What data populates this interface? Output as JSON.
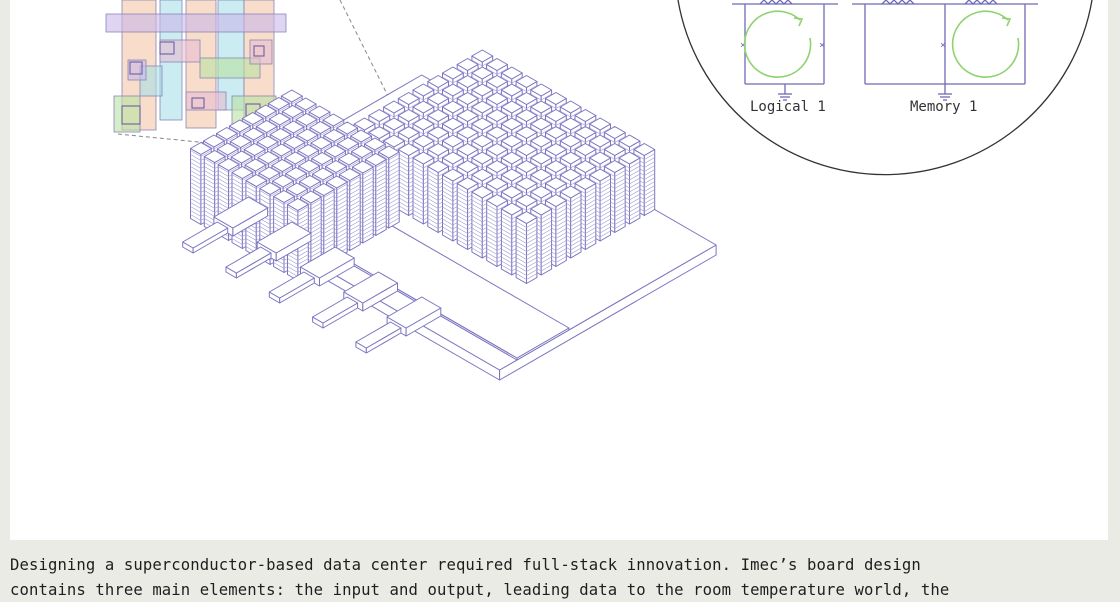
{
  "figure": {
    "labels": {
      "logical": "Logical 1",
      "memory": "Memory 1"
    },
    "colors": {
      "line": "#7a74c0",
      "line_light": "#a49fd6",
      "fill_white": "#ffffff",
      "chip_orange": "#f3c7a7",
      "chip_cyan": "#a8dfe6",
      "chip_purple": "#c9b8e8",
      "chip_green": "#b9e2a2",
      "chip_pink": "#e8bcd0",
      "loop_green": "#8fd36f",
      "circle_stroke": "#333333"
    }
  },
  "caption": {
    "line1": "Designing a superconductor-based data center required full-stack innovation. Imec’s board design",
    "line2": "contains three main elements: the input and output, leading data to the room temperature world, the"
  }
}
